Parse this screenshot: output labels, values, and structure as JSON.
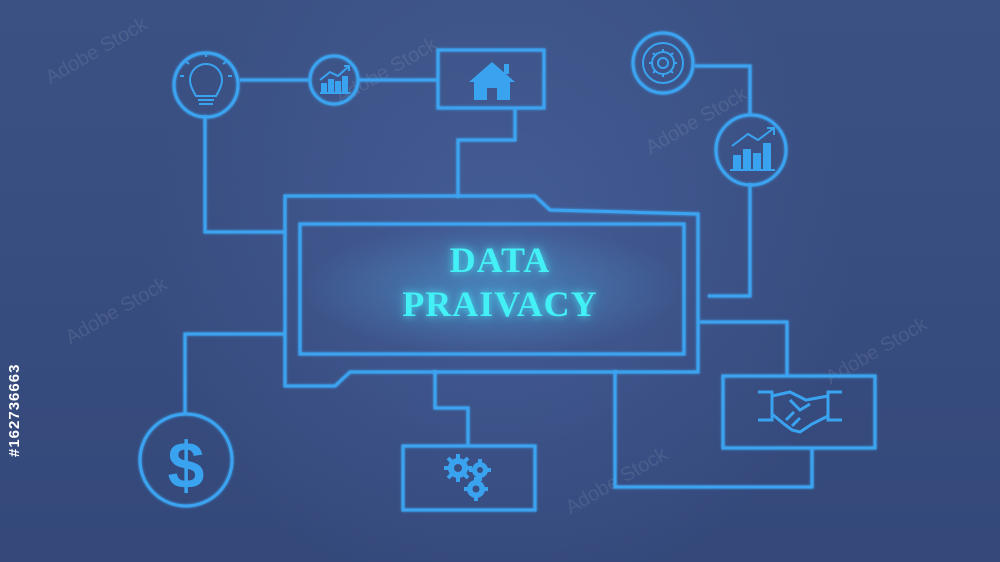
{
  "title_line1": "DATA",
  "title_line2": "PRAIVACY",
  "watermark": "Adobe Stock",
  "side_id": "#162736663",
  "colors": {
    "background": "#3a4f82",
    "line": "#3aa3f0",
    "glow_text": "#43f0f5"
  },
  "icons": [
    "lightbulb-icon",
    "growth-chart-icon",
    "home-icon",
    "settings-cog-icon",
    "bar-chart-growth-icon",
    "dollar-icon",
    "gears-icon",
    "handshake-icon"
  ]
}
